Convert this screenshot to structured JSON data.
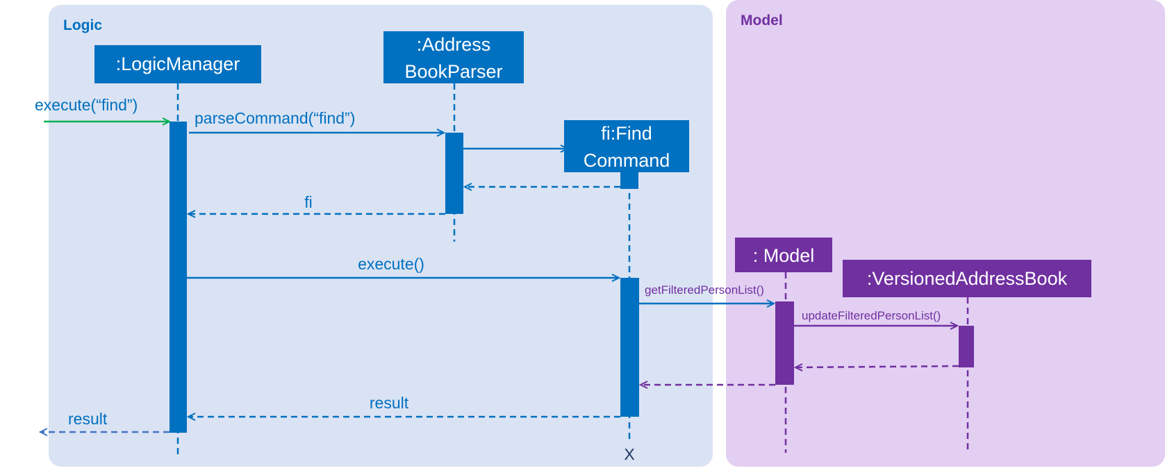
{
  "colors": {
    "logic_bg": "#dae3f3",
    "model_bg": "#e2cff2",
    "logic_blue": "#0070c0",
    "model_purple": "#7030a0",
    "entry_green": "#00b050",
    "return_blue": "#4472c4",
    "region_title_logic": "#0070c0",
    "region_title_model": "#7030a0"
  },
  "regions": {
    "logic": {
      "title": "Logic"
    },
    "model": {
      "title": "Model"
    }
  },
  "participants": {
    "logic_manager": {
      "lines": [
        ":LogicManager"
      ]
    },
    "address_book_parser": {
      "lines": [
        ":Address",
        "BookParser"
      ]
    },
    "find_command": {
      "lines": [
        "fi:Find",
        "Command"
      ]
    },
    "model": {
      "lines": [
        ": Model"
      ]
    },
    "versioned_address_book": {
      "lines": [
        ":VersionedAddressBook"
      ]
    }
  },
  "messages": {
    "entry": "execute(“find”)",
    "parse_command": "parseCommand(“find”)",
    "fi_return": "fi",
    "execute": "execute()",
    "get_filtered": "getFilteredPersonList()",
    "update_filtered": "updateFilteredPersonList()",
    "result_return": "result",
    "final_result": "result"
  },
  "destroy_marker": "X"
}
